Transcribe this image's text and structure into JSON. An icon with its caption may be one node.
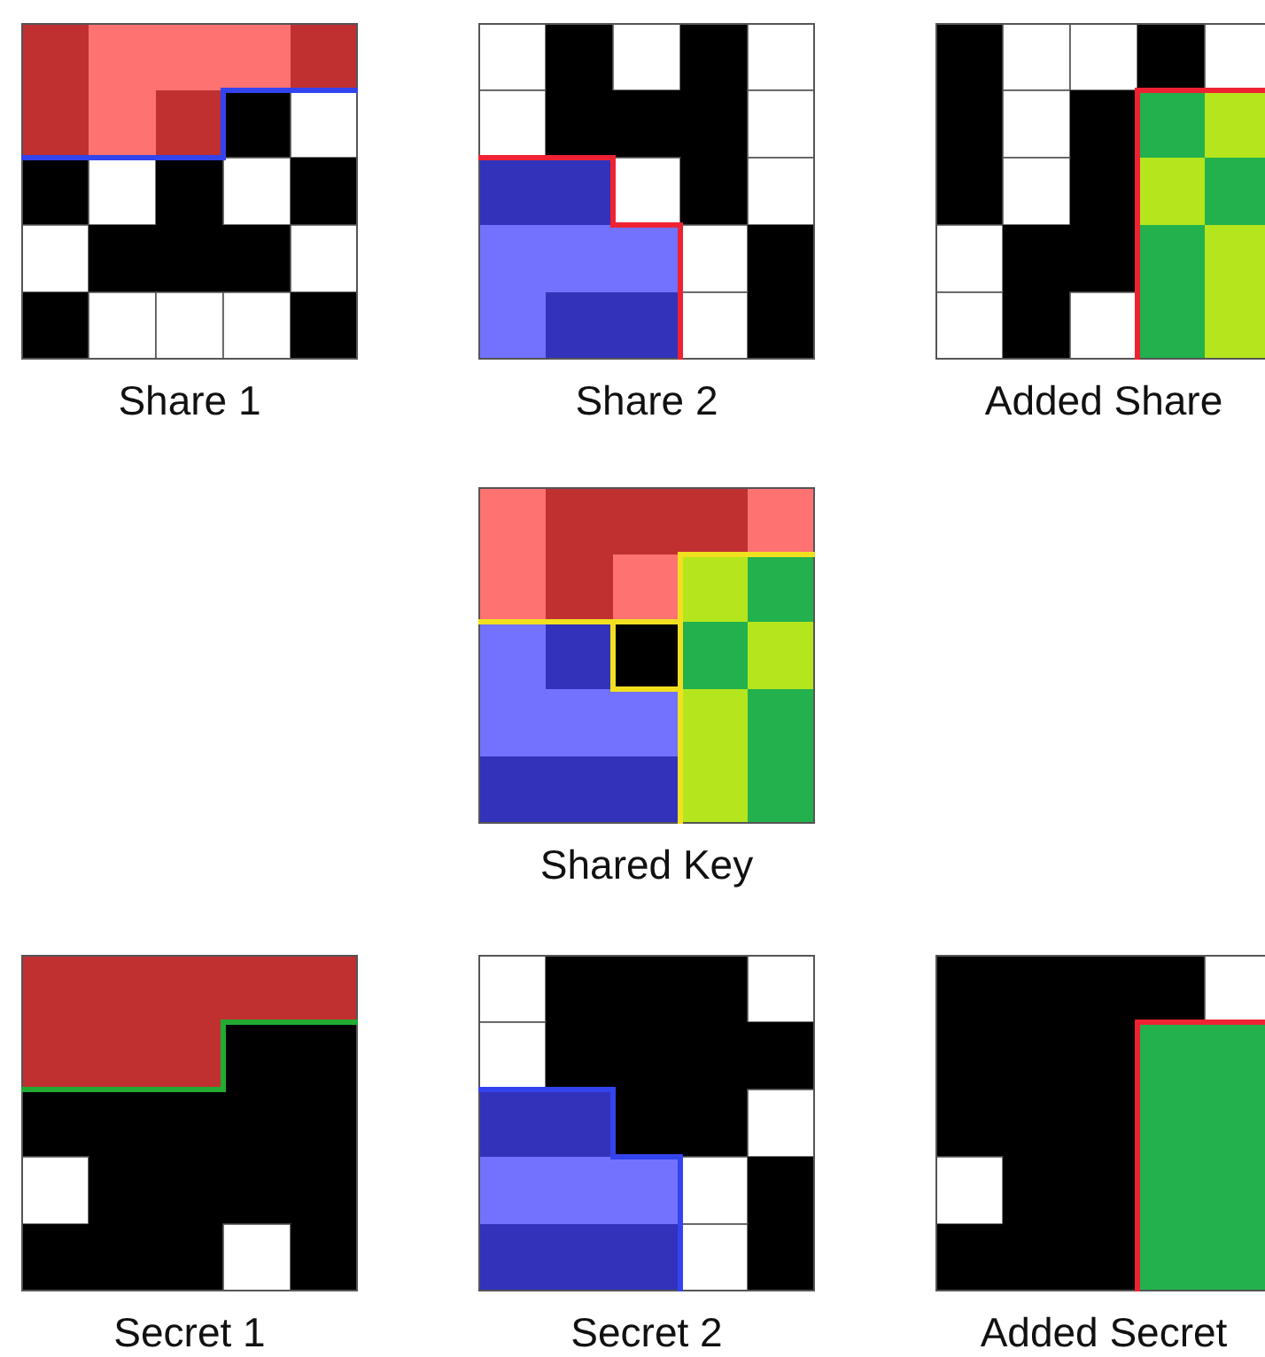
{
  "diagram": {
    "nodes": [
      {
        "text": [
          "Share 1"
        ]
      },
      {
        "text": [
          "Share 2"
        ]
      },
      {
        "text": [
          "Added Share"
        ]
      },
      {
        "text": [
          "Shared Key"
        ]
      },
      {
        "text": [
          "Secret 1"
        ]
      },
      {
        "text": [
          "Secret 2"
        ]
      },
      {
        "text": [
          "Added Secret"
        ]
      }
    ],
    "edges": []
  }
}
